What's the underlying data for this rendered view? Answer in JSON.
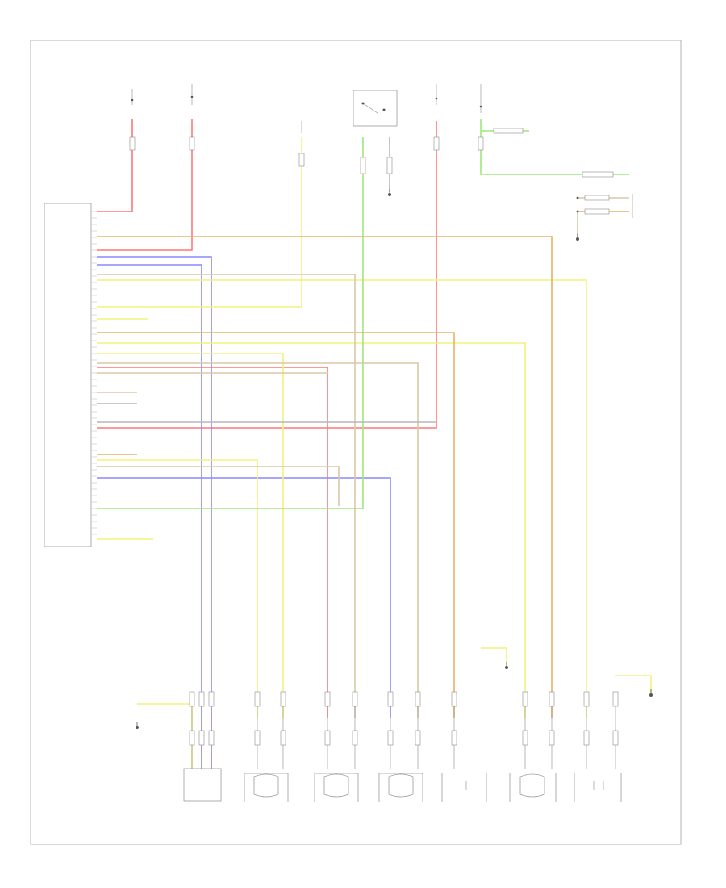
{
  "colors": {
    "red": "#ff7777",
    "yellow": "#f2f27a",
    "blue": "#8888ff",
    "green": "#9ee77a",
    "tan": "#d8c9a5",
    "orange": "#e6b265",
    "gray": "#b7b7b7",
    "frame": "#b3b3b3"
  },
  "page_id": "",
  "module_label": "",
  "components": [
    {
      "id": "fuse-1",
      "label": ""
    },
    {
      "id": "fuse-2",
      "label": ""
    },
    {
      "id": "switch-top",
      "label": ""
    },
    {
      "id": "fuse-3",
      "label": ""
    },
    {
      "id": "relay-top",
      "label": ""
    },
    {
      "id": "sensor-driver-seat",
      "label": ""
    },
    {
      "id": "speaker-front-left",
      "label": ""
    },
    {
      "id": "speaker-front-right",
      "label": ""
    },
    {
      "id": "speaker-rear-left",
      "label": ""
    },
    {
      "id": "tweeter-front-right",
      "label": ""
    },
    {
      "id": "speaker-rear-right",
      "label": ""
    },
    {
      "id": "tweeter-front-left",
      "label": ""
    }
  ],
  "grounds": [
    {
      "id": "g1",
      "label": ""
    },
    {
      "id": "g2",
      "label": ""
    },
    {
      "id": "g3",
      "label": ""
    },
    {
      "id": "g4",
      "label": ""
    },
    {
      "id": "g5",
      "label": ""
    }
  ]
}
